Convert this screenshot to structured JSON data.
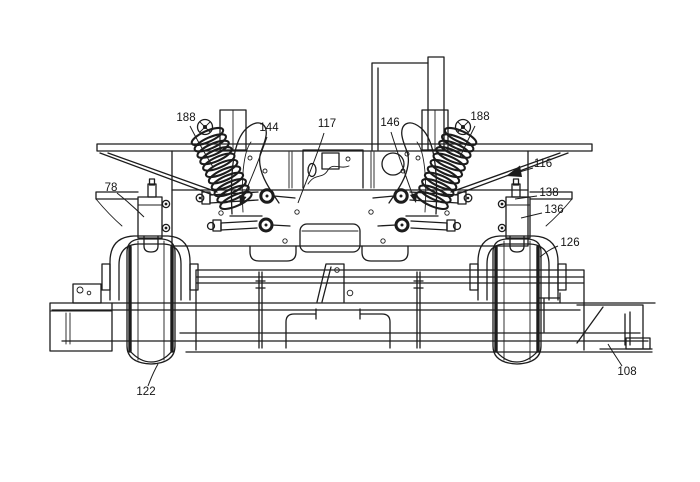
{
  "figure": {
    "kind": "patent-line-drawing",
    "description": "Front elevation line drawing of a mower chassis suspension assembly with coil springs, tie rods, wheels and reference numerals",
    "colors": {
      "background": "#ffffff",
      "ink": "#1c1c1c"
    },
    "labels": [
      {
        "id": "ref-188-left",
        "text": "188"
      },
      {
        "id": "ref-144",
        "text": "144"
      },
      {
        "id": "ref-117",
        "text": "117"
      },
      {
        "id": "ref-146",
        "text": "146"
      },
      {
        "id": "ref-188-right",
        "text": "188"
      },
      {
        "id": "ref-116",
        "text": "116"
      },
      {
        "id": "ref-138",
        "text": "138"
      },
      {
        "id": "ref-136",
        "text": "136"
      },
      {
        "id": "ref-126",
        "text": "126"
      },
      {
        "id": "ref-78",
        "text": "78"
      },
      {
        "id": "ref-122",
        "text": "122"
      },
      {
        "id": "ref-108",
        "text": "108"
      }
    ]
  }
}
